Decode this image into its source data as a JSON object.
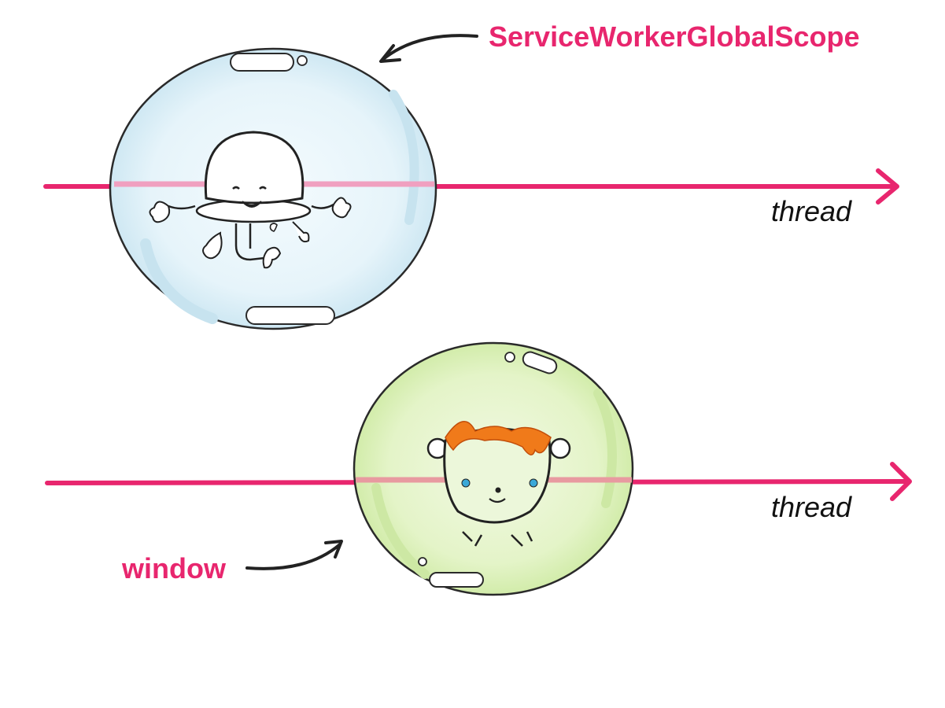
{
  "labels": {
    "service_worker_scope": "ServiceWorkerGlobalScope",
    "window": "window",
    "thread_top": "thread",
    "thread_bottom": "thread"
  },
  "colors": {
    "accent_pink": "#e8266e",
    "blue_bubble": "#dff0f8",
    "green_bubble": "#e3f3c6",
    "hair_orange": "#f07a1a",
    "eye_blue": "#3aa8d8",
    "tongue_pink": "#e84b8a"
  },
  "icons": {
    "blue_bubble": "service-worker-bubble-icon",
    "green_bubble": "window-bubble-icon",
    "blob_character": "blob-character-icon",
    "bear_character": "bear-character-icon"
  }
}
